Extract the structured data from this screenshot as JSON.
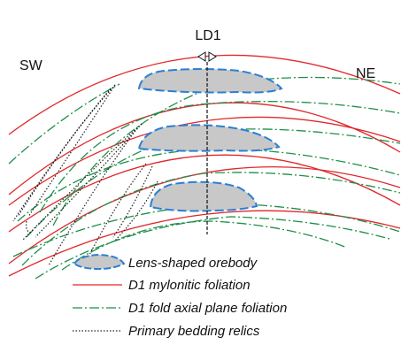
{
  "labels": {
    "axis_name": "LD1",
    "left_direction": "SW",
    "right_direction": "NE"
  },
  "legend": [
    {
      "key": "orebody",
      "label": "Lens-shaped orebody"
    },
    {
      "key": "mylonitic",
      "label": "D1 mylonitic foliation"
    },
    {
      "key": "axial",
      "label": "D1 fold axial plane foliation"
    },
    {
      "key": "bedding",
      "label": "Primary bedding relics"
    }
  ],
  "colors": {
    "mylonitic": "#e0272b",
    "axial": "#1f8f4a",
    "orebody_fill": "#c8c8c8",
    "orebody_outline": "#2a7fd4",
    "bedding": "#222222",
    "axis": "#111111"
  }
}
